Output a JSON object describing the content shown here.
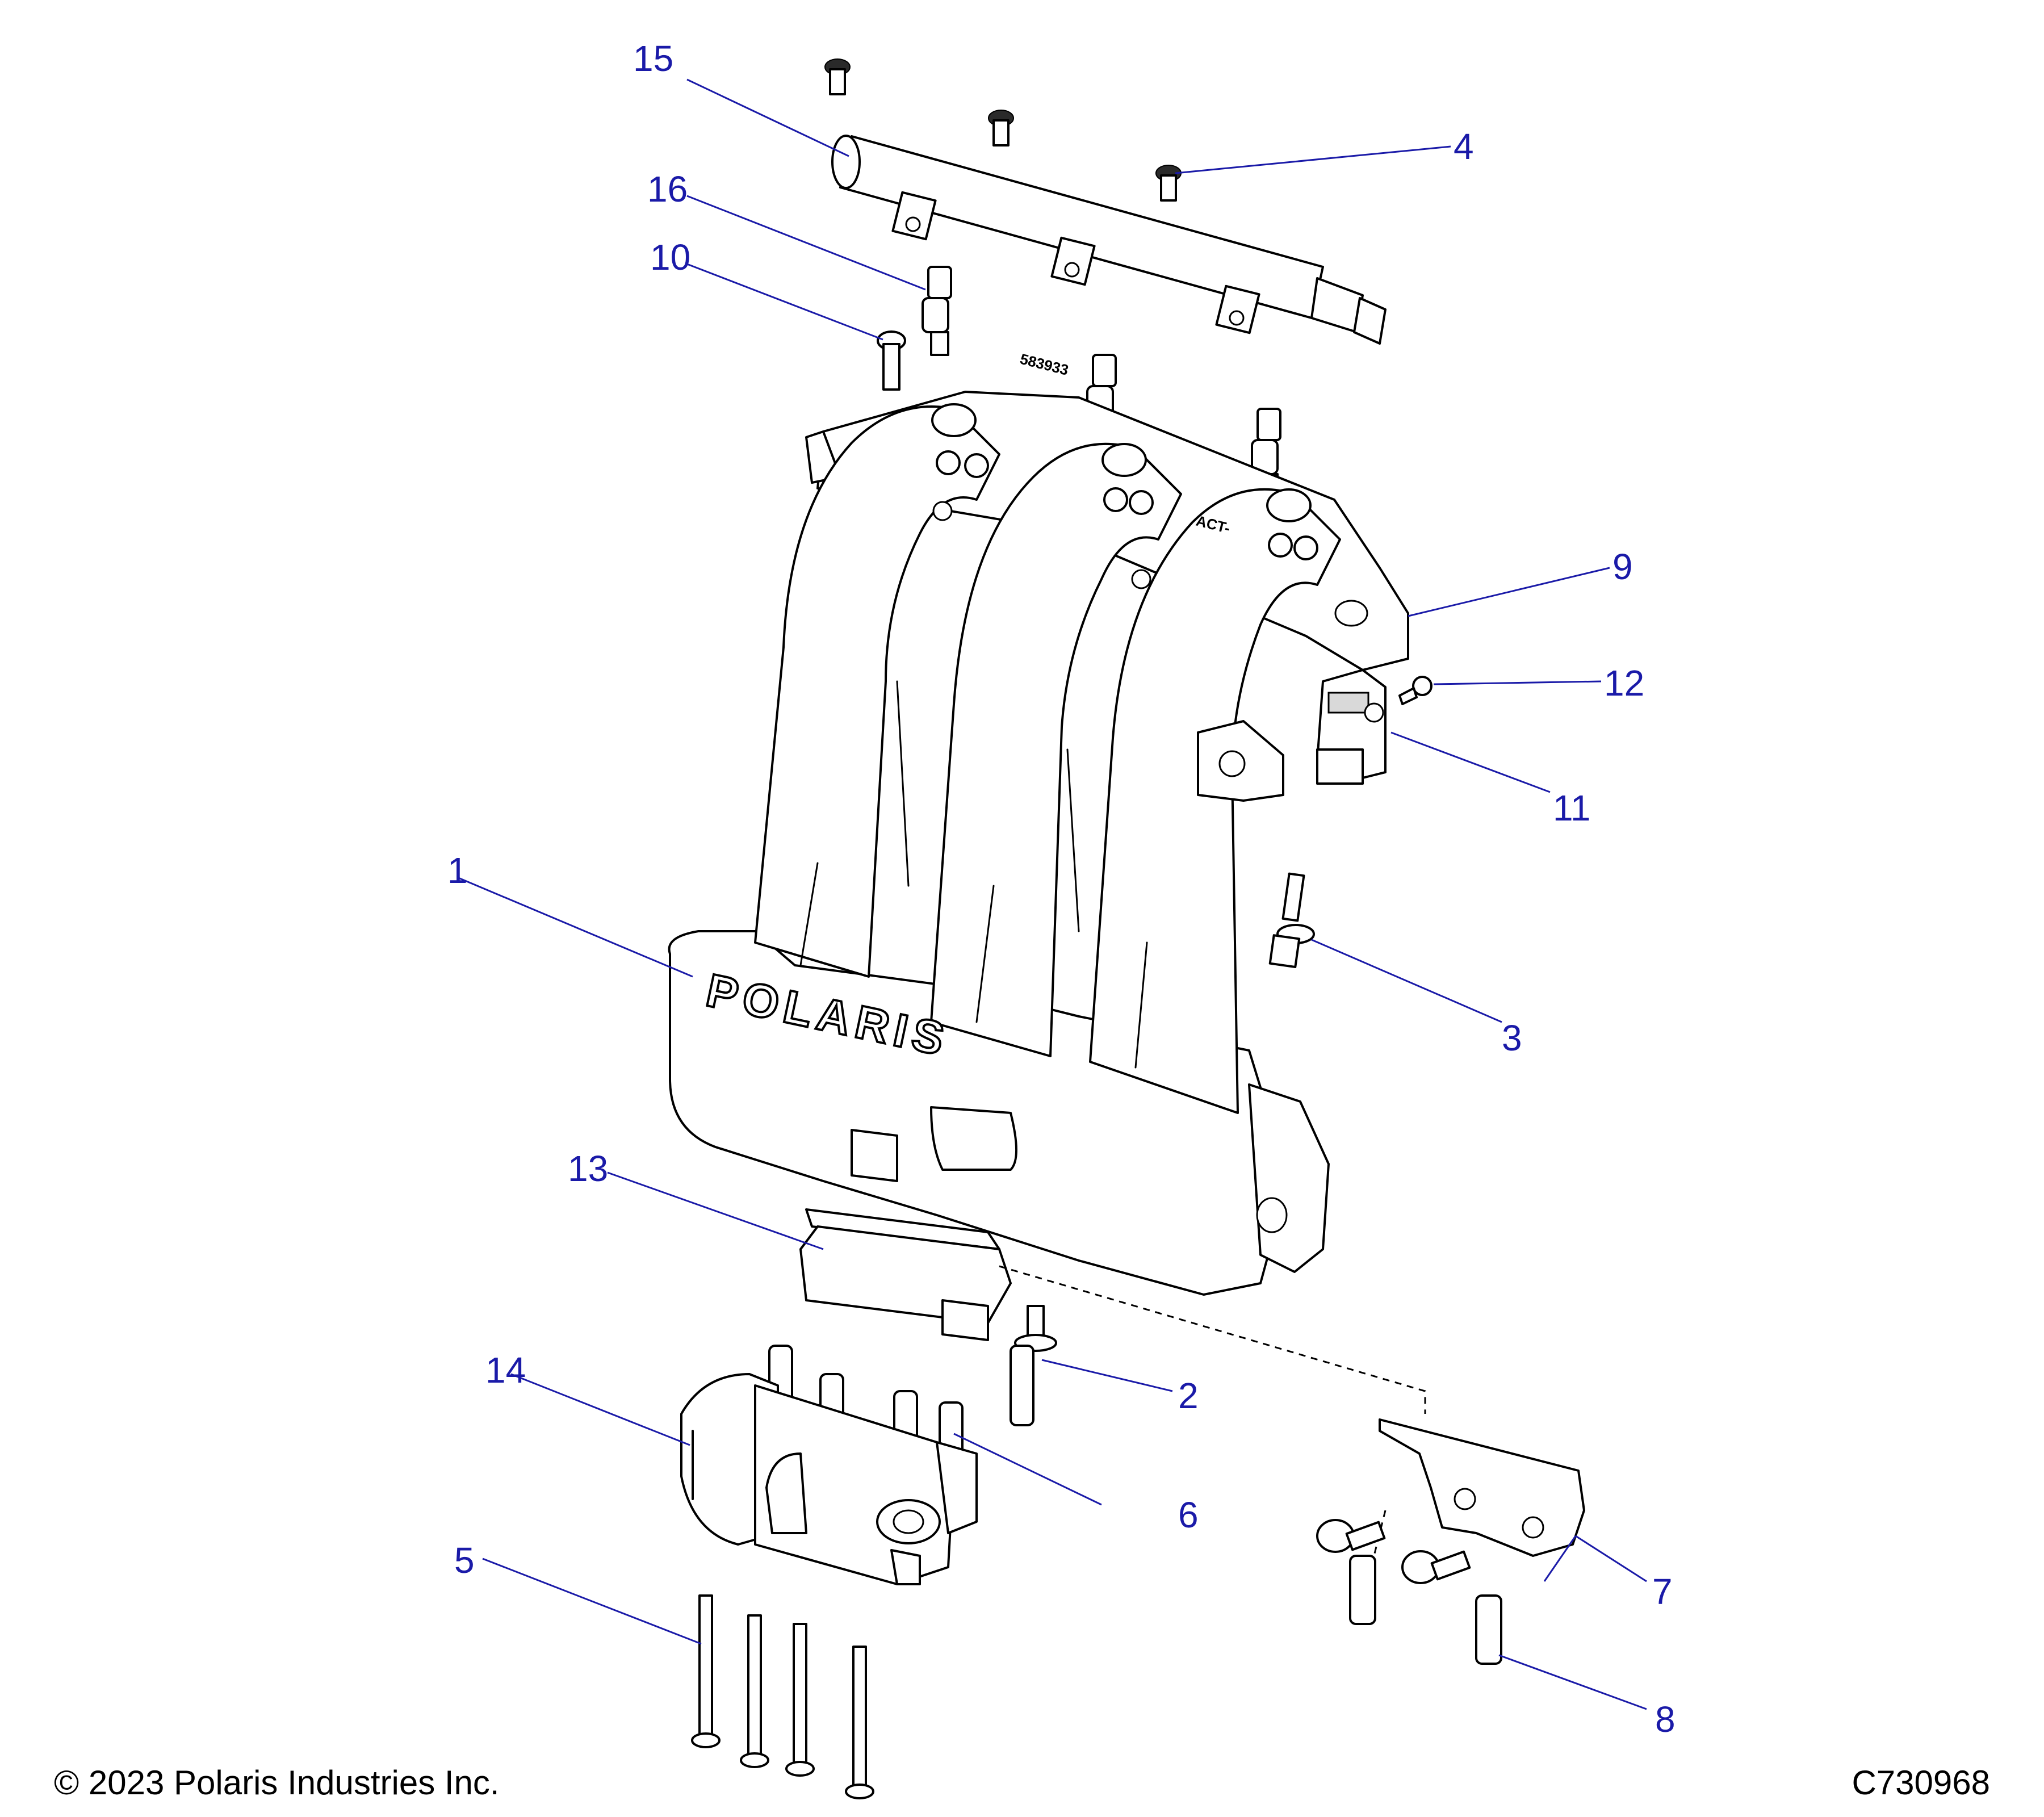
{
  "callouts": [
    {
      "id": "1",
      "label": "1"
    },
    {
      "id": "2",
      "label": "2"
    },
    {
      "id": "3",
      "label": "3"
    },
    {
      "id": "4",
      "label": "4"
    },
    {
      "id": "5",
      "label": "5"
    },
    {
      "id": "6",
      "label": "6"
    },
    {
      "id": "7",
      "label": "7"
    },
    {
      "id": "8",
      "label": "8"
    },
    {
      "id": "9",
      "label": "9"
    },
    {
      "id": "10",
      "label": "10"
    },
    {
      "id": "11",
      "label": "11"
    },
    {
      "id": "12",
      "label": "12"
    },
    {
      "id": "13",
      "label": "13"
    },
    {
      "id": "14",
      "label": "14"
    },
    {
      "id": "15",
      "label": "15"
    },
    {
      "id": "16",
      "label": "16"
    }
  ],
  "manifold": {
    "brand_text": "POLARIS",
    "part_number_text": "583933",
    "marking_text": "ACT-"
  },
  "footer": {
    "copyright": "© 2023 Polaris Industries Inc.",
    "figure_id": "C730968"
  },
  "colors": {
    "callout": "#1a1aa8",
    "line": "#000000",
    "background": "#ffffff"
  }
}
